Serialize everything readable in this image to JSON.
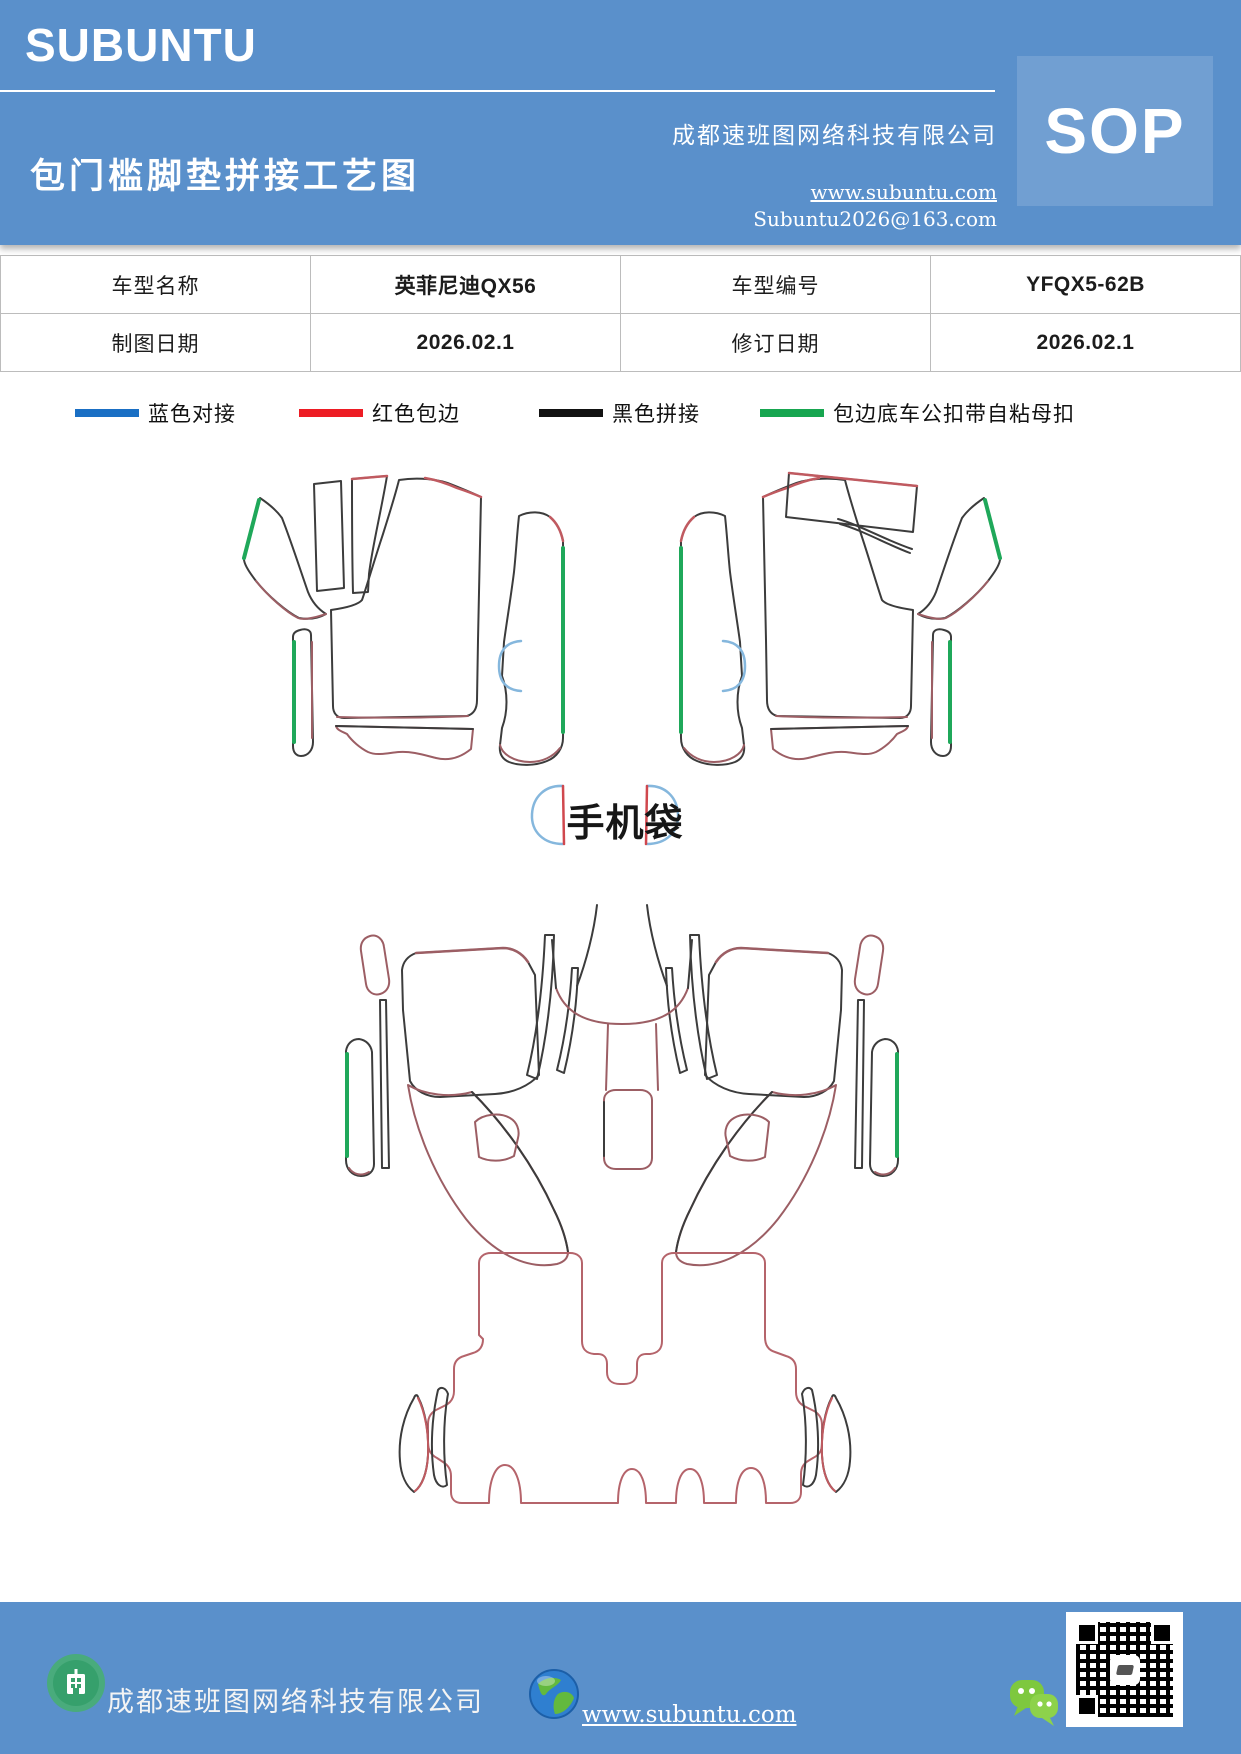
{
  "header": {
    "logo": "SUBUNTU",
    "title": "包门槛脚垫拼接工艺图",
    "company": "成都速班图网络科技有限公司",
    "website": "www.subuntu.com",
    "email": "Subuntu2026@163.com",
    "sop_badge": "SOP"
  },
  "info_table": {
    "rows": [
      {
        "cells": [
          "车型名称",
          "英菲尼迪QX56",
          "车型编号",
          "YFQX5-62B"
        ]
      },
      {
        "cells": [
          "制图日期",
          "2026.02.1",
          "修订日期",
          "2026.02.1"
        ]
      }
    ]
  },
  "legend": {
    "items": [
      {
        "label": "蓝色对接",
        "color": "#1a6fc4"
      },
      {
        "label": "红色包边",
        "color": "#ed1c24"
      },
      {
        "label": "黑色拼接",
        "color": "#121212"
      },
      {
        "label": "包边底车公扣带自粘母扣",
        "color": "#17a650"
      }
    ]
  },
  "diagram": {
    "phone_bag_label": "手机袋",
    "line_colors": {
      "splice_black": "#3c3c3c",
      "bind_maroon": "#9c5e64",
      "trunk_red": "#b5646b",
      "buckle_green": "#1fa85a",
      "butt_blue": "#85b7dd"
    }
  },
  "footer": {
    "company": "成都速班图网络科技有限公司",
    "website": "www.subuntu.com"
  }
}
